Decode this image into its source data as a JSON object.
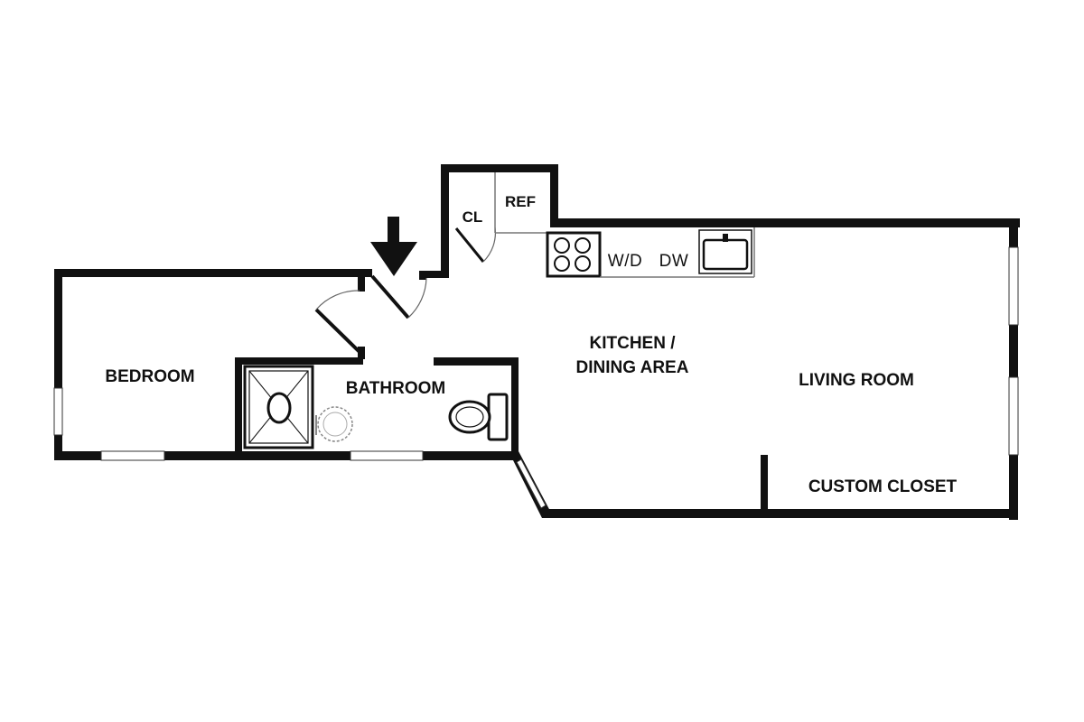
{
  "floorplan": {
    "rooms": {
      "bedroom": "BEDROOM",
      "bathroom": "BATHROOM",
      "kitchen_line1": "KITCHEN /",
      "kitchen_line2": "DINING AREA",
      "living_room": "LIVING ROOM",
      "custom_closet": "CUSTOM CLOSET",
      "closet": "CL",
      "refrigerator": "REF",
      "washer_dryer": "W/D",
      "dishwasher": "DW"
    },
    "colors": {
      "wall": "#111111",
      "background": "#ffffff",
      "fixture_line": "#666666"
    },
    "icons": [
      "entrance-arrow-icon",
      "stove-icon",
      "sink-icon",
      "toilet-icon",
      "shower-icon",
      "bathroom-sink-icon",
      "door-swing-icon"
    ]
  }
}
